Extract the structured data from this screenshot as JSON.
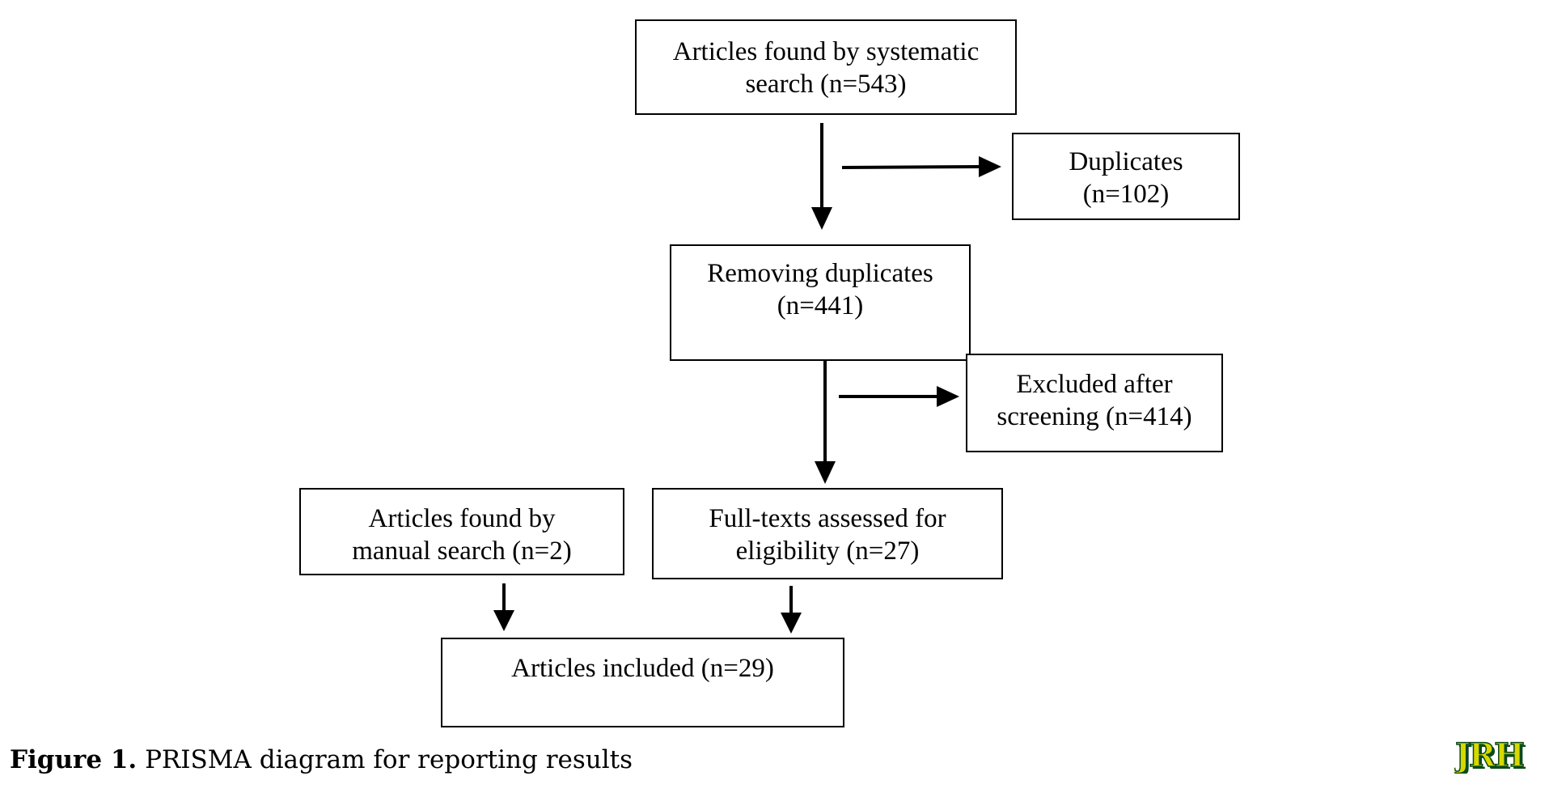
{
  "boxes": {
    "systematic_search": {
      "line1": "Articles found by systematic",
      "line2": "search (n=543)"
    },
    "duplicates": {
      "line1": "Duplicates",
      "line2": "(n=102)"
    },
    "removing_duplicates": {
      "line1": "Removing duplicates",
      "line2": "(n=441)"
    },
    "excluded": {
      "line1": "Excluded after",
      "line2": "screening (n=414)"
    },
    "manual_search": {
      "line1": "Articles found by",
      "line2": "manual search (n=2)"
    },
    "full_texts": {
      "line1": "Full-texts assessed for",
      "line2": "eligibility (n=27)"
    },
    "included": {
      "line1": "Articles included (n=29)"
    }
  },
  "caption": {
    "label": "Figure 1.",
    "text": " PRISMA diagram for reporting results"
  },
  "logo": {
    "text": "JRH",
    "colors": {
      "fill": "#d8d800",
      "shadow": "#0a4a1a"
    }
  }
}
